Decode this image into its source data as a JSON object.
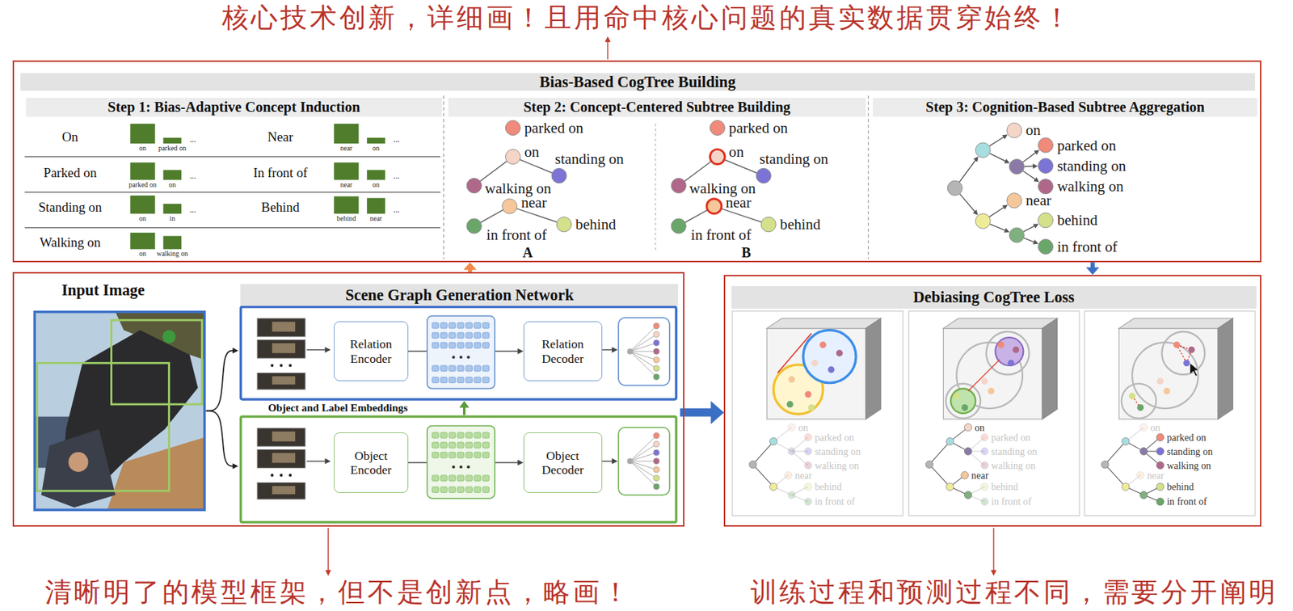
{
  "diagram": {
    "nodes": [
      {
        "text": [
          "Bias-Based CogTree Building"
        ]
      },
      {
        "text": [
          "Step 1: Bias-Adaptive Concept Induction"
        ],
        "in": 0
      },
      {
        "text": [
          "Step 2: Concept-Centered Subtree Building"
        ],
        "in": 0
      },
      {
        "text": [
          "Step 3: Cognition-Based Subtree Aggregation"
        ],
        "in": 0
      },
      {
        "text": [
          "Input Image"
        ]
      },
      {
        "text": [
          "Scene Graph Generation Network"
        ],
        "in": 4
      },
      {
        "text": [
          "Relation Encoder"
        ],
        "in": 5
      },
      {
        "text": [
          "Relation Decoder"
        ],
        "in": 5
      },
      {
        "text": [
          "Object Encoder"
        ],
        "in": 5
      },
      {
        "text": [
          "Object Decoder"
        ],
        "in": 5
      },
      {
        "text": [
          "Debiasing CogTree Loss"
        ]
      }
    ],
    "edges": [
      {
        "from": 4,
        "to": 0,
        "arrow": "to"
      },
      {
        "from": 0,
        "to": 10,
        "arrow": "to"
      },
      {
        "from": 5,
        "to": 10,
        "arrow": "to"
      },
      {
        "from": 6,
        "to": 7,
        "arrow": "to"
      },
      {
        "from": 8,
        "to": 9,
        "arrow": "to"
      }
    ],
    "labels": [
      "核心技术创新，详细画！且用命中核心问题的真实数据贯穿始终！",
      "On",
      "on",
      "parked on",
      "...",
      "Near",
      "near",
      "on",
      "...",
      "Parked on",
      "parked on",
      "on",
      "...",
      "In front of",
      "near",
      "on",
      "...",
      "Standing on",
      "on",
      "in",
      "...",
      "Behind",
      "behind",
      "near",
      "...",
      "Walking on",
      "on",
      "walking on",
      "parked on",
      "on",
      "standing on",
      "walking on",
      "near",
      "behind",
      "in front of",
      "A",
      "parked on",
      "on",
      "standing on",
      "walking on",
      "near",
      "behind",
      "in front of",
      "B",
      "on",
      "parked on",
      "standing on",
      "walking on",
      "near",
      "behind",
      "in front of",
      "Object and Label Embeddings",
      "on",
      "parked on",
      "standing on",
      "walking on",
      "near",
      "behind",
      "in front of",
      "on",
      "parked on",
      "standing on",
      "walking on",
      "near",
      "behind",
      "in front of",
      "on",
      "parked on",
      "standing on",
      "walking on",
      "near",
      "behind",
      "in front of",
      "清晰明了的模型框架，但不是创新点，略画！",
      "训练过程和预测过程不同，需要分开阐明"
    ]
  }
}
